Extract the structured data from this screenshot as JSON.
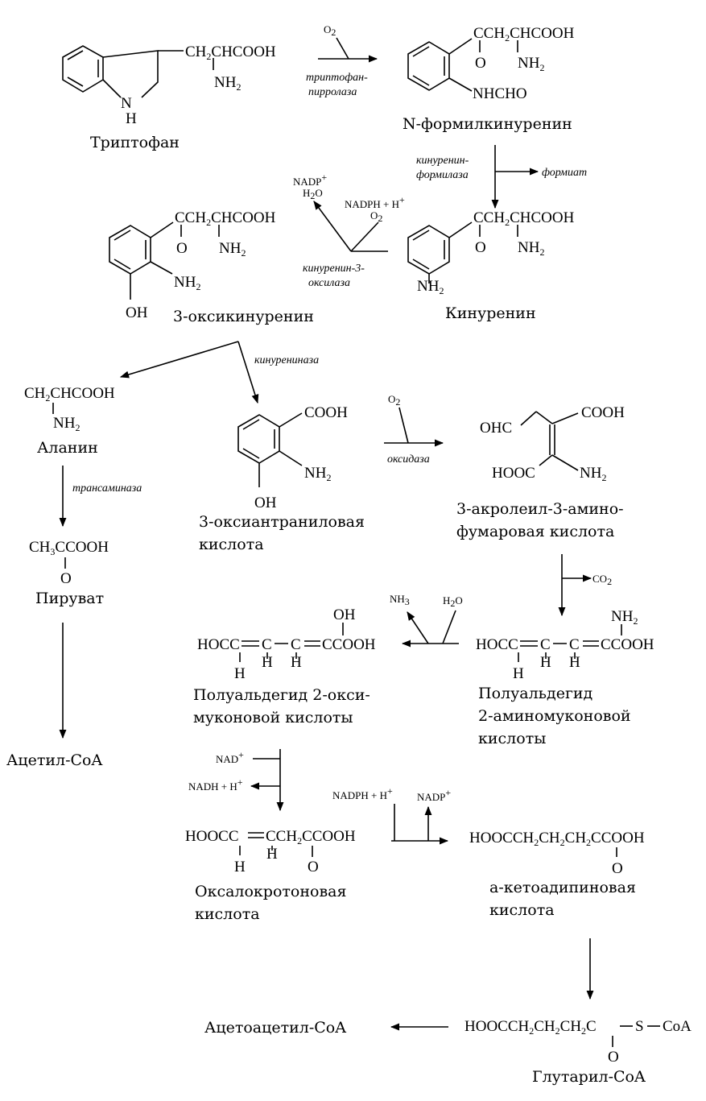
{
  "compounds": {
    "tryptophan": {
      "name": "Триптофан",
      "chain": "CH2CHCOOH",
      "nh2": "NH2",
      "nh": "N",
      "h": "H"
    },
    "n_formylkynurenine": {
      "name": "N-формилкинуренин",
      "chain": "CCH2CHCOOH",
      "o": "O",
      "nh2": "NH2",
      "nhcho": "NHCHO"
    },
    "kynurenine": {
      "name": "Кинуренин",
      "chain": "CCH2CHCOOH",
      "o": "O",
      "nh2": "NH2",
      "ring_nh2": "NH2"
    },
    "hydroxykynurenine": {
      "name": "3-оксикинуренин",
      "chain": "CCH2CHCOOH",
      "o": "O",
      "nh2": "NH2",
      "ring_nh2": "NH2",
      "oh": "OH"
    },
    "alanine": {
      "name": "Аланин",
      "chain": "CH2CHCOOH",
      "nh2": "NH2"
    },
    "pyruvate": {
      "name": "Пируват",
      "formula": "CH3CCOOH",
      "o": "O"
    },
    "acetyl_coa": {
      "name": "Ацетил-CoA"
    },
    "hydroxyanthranilic": {
      "name_line1": "3-оксиантраниловая",
      "name_line2": "кислота",
      "cooh": "COOH",
      "nh2": "NH2",
      "oh": "OH"
    },
    "acroleyl_aminofumarate": {
      "name_line1": "3-акролеил-3-амино-",
      "name_line2": "фумаровая кислота",
      "ohc": "OHC",
      "cooh": "COOH",
      "hooc": "HOOC",
      "nh2": "NH2"
    },
    "aminomuconic_semialdehyde": {
      "name_line1": "Полуальдегид",
      "name_line2": "2-аминомуконовой",
      "name_line3": "кислоты",
      "nh2": "NH2",
      "hocc": "HOCC",
      "c_a": "C",
      "c_b": "C",
      "cooh": "CCOOH",
      "h1": "H",
      "h2": "H",
      "h3": "H"
    },
    "hydroxymuconic_semialdehyde": {
      "name_line1": "Полуальдегид 2-окси-",
      "name_line2": "муконовой кислоты",
      "oh": "OH",
      "hocc": "HOCC",
      "c_a": "C",
      "c_b": "C",
      "cooh": "CCOOH",
      "h1": "H",
      "h2": "H",
      "h3": "H"
    },
    "oxalocrotonic": {
      "name_line1": "Оксалокротоновая",
      "name_line2": "кислота",
      "hoocc": "HOOCC",
      "rest": "CCH2CCOOH",
      "h1": "H",
      "h2": "H",
      "o": "O"
    },
    "ketoadipic": {
      "name_line1": "a-кетоадипиновая",
      "name_line2": "кислота",
      "formula": "HOOCCH2CH2CH2CCOOH",
      "o": "O"
    },
    "glutaryl_coa": {
      "name": "Глутарил-CoA",
      "formula_a": "HOOCCH2CH2CH2C",
      "s": "S",
      "coa": "CoA",
      "o": "O"
    },
    "acetoacetyl_coa": {
      "name": "Ацетоацетил-CoA"
    }
  },
  "enzymes": {
    "trp_pyrrolase_1": "триптофан-",
    "trp_pyrrolase_2": "пирролаза",
    "kyn_formylase_1": "кинуренин-",
    "kyn_formylase_2": "формилаза",
    "formate": "формиат",
    "kyn_oxylase_1": "кинуренин-3-",
    "kyn_oxylase_2": "оксилаза",
    "kynureninase": "кинурениназа",
    "oxidase": "оксидаза",
    "transaminase": "трансаминаза"
  },
  "cofactors": {
    "o2": "O2",
    "nadp_plus": "NADP+",
    "h2o": "H2O",
    "nadph_h": "NADPH + H+",
    "co2": "CO2",
    "nh3": "NH3",
    "nad_plus": "NAD+",
    "nadh_h": "NADH + H+"
  }
}
